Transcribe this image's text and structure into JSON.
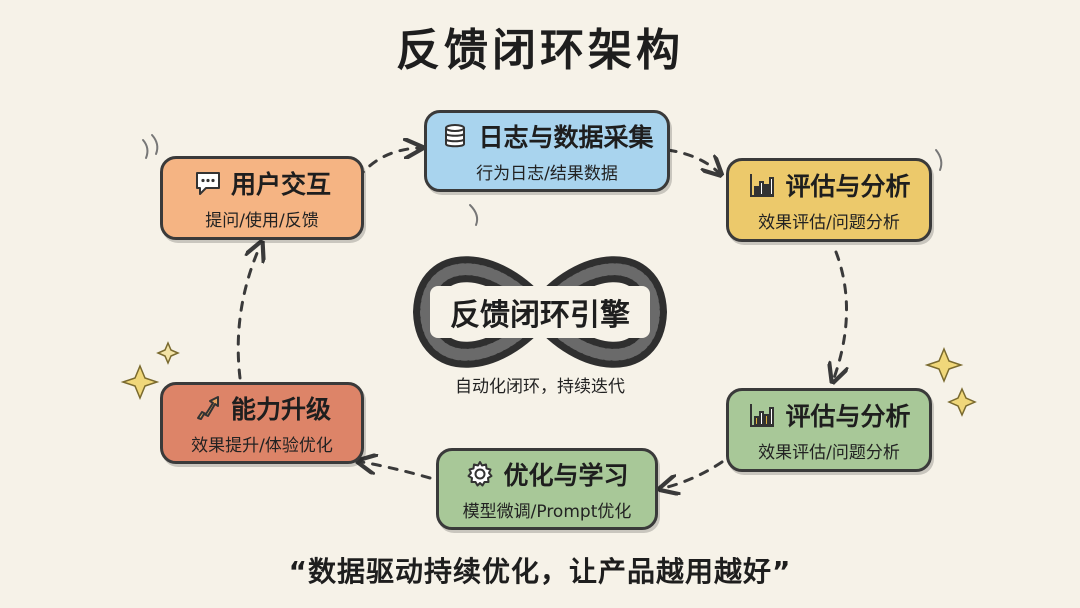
{
  "title": "反馈闭环架构",
  "nodes": {
    "user": {
      "label": "用户交互",
      "sub": "提问/使用/反馈",
      "icon": "chat-bubble-icon",
      "color": "#f5b483"
    },
    "log": {
      "label": "日志与数据采集",
      "sub": "行为日志/结果数据",
      "icon": "database-icon",
      "color": "#a9d4ee"
    },
    "eval1": {
      "label": "评估与分析",
      "sub": "效果评估/问题分析",
      "icon": "bar-chart-icon",
      "color": "#ecc96b"
    },
    "eval2": {
      "label": "评估与分析",
      "sub": "效果评估/问题分析",
      "icon": "bar-chart-icon",
      "color": "#a8c898"
    },
    "optimize": {
      "label": "优化与学习",
      "sub": "模型微调/Prompt优化",
      "icon": "gear-icon",
      "color": "#a8c898"
    },
    "upgrade": {
      "label": "能力升级",
      "sub": "效果提升/体验优化",
      "icon": "up-arrow-icon",
      "color": "#dd8468"
    }
  },
  "engine": {
    "label": "反馈闭环引擎",
    "sub": "自动化闭环，持续迭代",
    "icon": "infinity-icon"
  },
  "quote": "“数据驱动持续优化，让产品越用越好”"
}
